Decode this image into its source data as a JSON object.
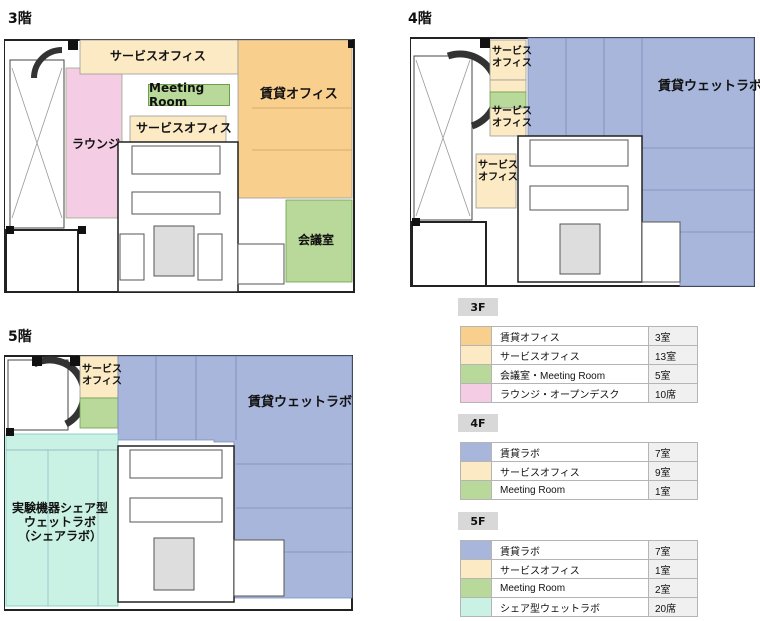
{
  "floors": {
    "f3": {
      "title": "3階",
      "labels": {
        "service_top": "サービスオフィス",
        "meeting": "Meeting Room",
        "rental": "賃貸オフィス",
        "service_mid": "サービスオフィス",
        "lounge": "ラウンジ",
        "conference": "会議室"
      }
    },
    "f4": {
      "title": "4階",
      "labels": {
        "service": "サービス\nオフィス",
        "rental_lab": "賃貸ウェットラボ"
      }
    },
    "f5": {
      "title": "5階",
      "labels": {
        "service": "サービス\nオフィス",
        "rental_lab": "賃貸ウェットラボ",
        "share_lab": "実験機器シェア型\nウェットラボ\n（シェアラボ）"
      }
    }
  },
  "colors": {
    "orange": "#f9cf8e",
    "cream": "#fbeac4",
    "green": "#b9d99a",
    "pink": "#f4cde4",
    "blue": "#a8b6db",
    "mint": "#c9f1e4"
  },
  "legend": [
    {
      "tag": "3F",
      "rows": [
        {
          "color": "#f9cf8e",
          "name": "賃貸オフィス",
          "count": "3室"
        },
        {
          "color": "#fbeac4",
          "name": "サービスオフィス",
          "count": "13室"
        },
        {
          "color": "#b9d99a",
          "name": "会議室・Meeting Room",
          "count": "5室"
        },
        {
          "color": "#f4cde4",
          "name": "ラウンジ・オープンデスク",
          "count": "10席"
        }
      ]
    },
    {
      "tag": "4F",
      "rows": [
        {
          "color": "#a8b6db",
          "name": "賃貸ラボ",
          "count": "7室"
        },
        {
          "color": "#fbeac4",
          "name": "サービスオフィス",
          "count": "9室"
        },
        {
          "color": "#b9d99a",
          "name": "Meeting Room",
          "count": "1室"
        }
      ]
    },
    {
      "tag": "5F",
      "rows": [
        {
          "color": "#a8b6db",
          "name": "賃貸ラボ",
          "count": "7室"
        },
        {
          "color": "#fbeac4",
          "name": "サービスオフィス",
          "count": "1室"
        },
        {
          "color": "#b9d99a",
          "name": "Meeting Room",
          "count": "2室"
        },
        {
          "color": "#c9f1e4",
          "name": "シェア型ウェットラボ",
          "count": "20席"
        }
      ]
    }
  ]
}
